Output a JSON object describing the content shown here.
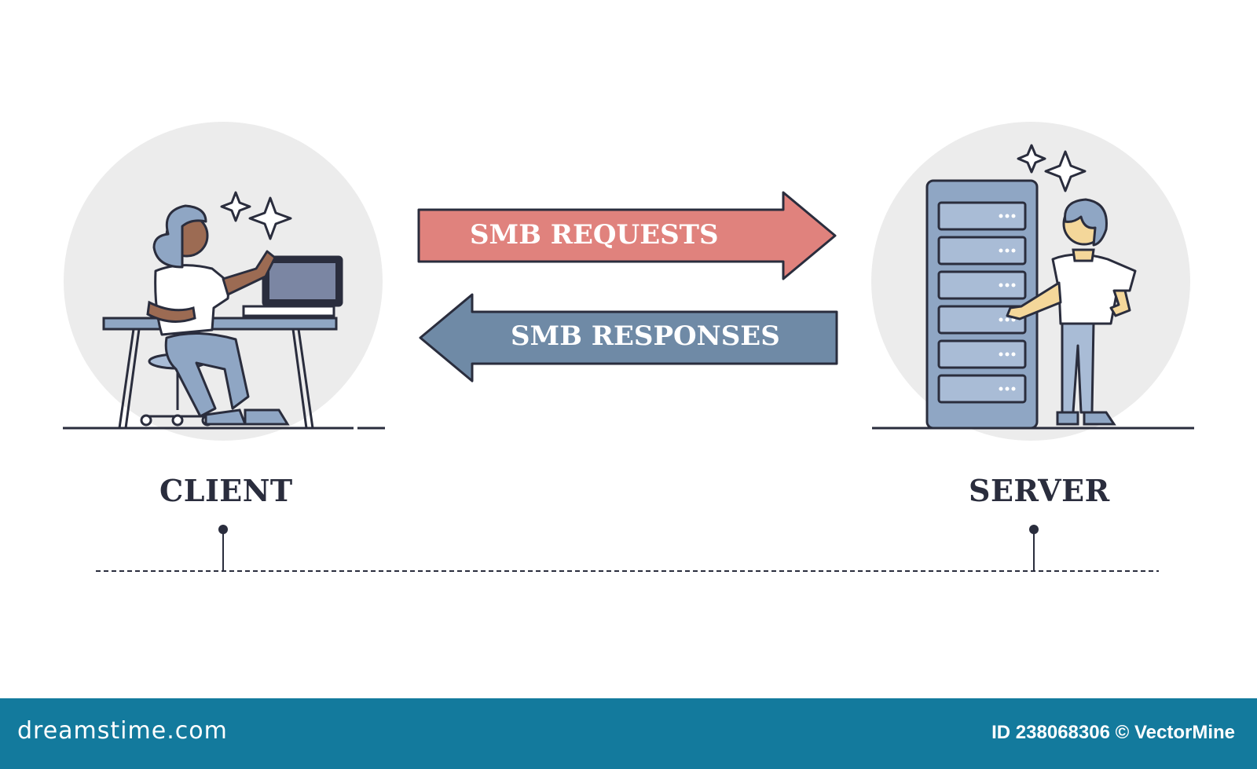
{
  "diagram": {
    "arrows": {
      "request": {
        "label": "SMB REQUESTS",
        "color": "#e0827d"
      },
      "response": {
        "label": "SMB RESPONSES",
        "color": "#6f8aa6"
      }
    },
    "nodes": {
      "client": {
        "label": "CLIENT"
      },
      "server": {
        "label": "SERVER"
      }
    }
  },
  "footer": {
    "brand": "dreamstime.com",
    "credit": "ID 238068306 © VectorMine",
    "color": "#137a9d"
  }
}
